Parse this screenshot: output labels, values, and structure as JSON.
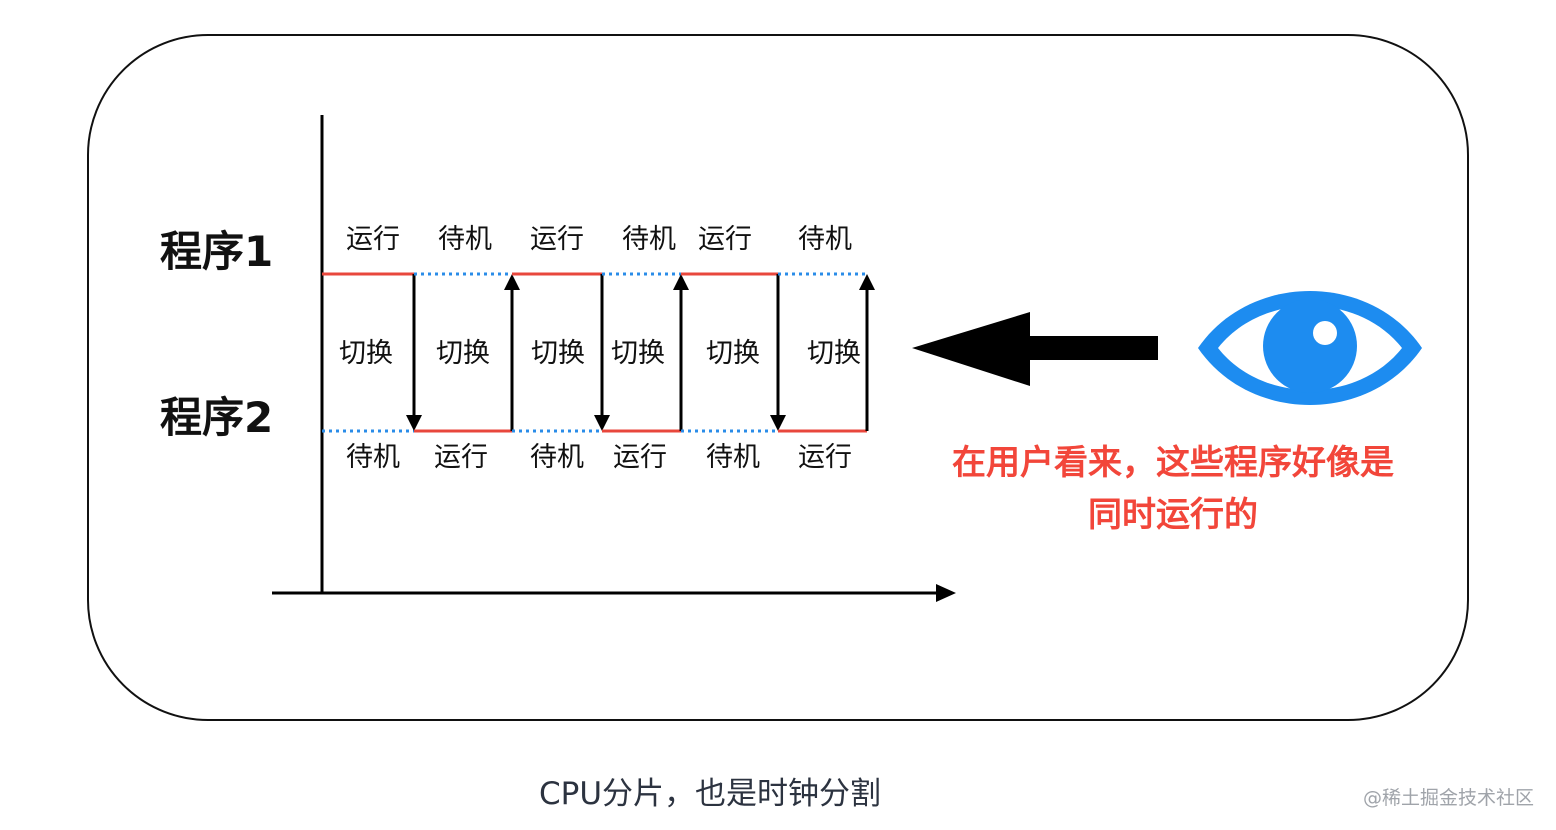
{
  "programs": {
    "program1": "程序1",
    "program2": "程序2"
  },
  "timeline": {
    "top_states": [
      "运行",
      "待机",
      "运行",
      "待机",
      "运行",
      "待机"
    ],
    "bottom_states": [
      "待机",
      "运行",
      "待机",
      "运行",
      "待机",
      "运行"
    ],
    "switch_labels": [
      "切换",
      "切换",
      "切换",
      "切换",
      "切换",
      "切换"
    ],
    "switch_directions": [
      "down",
      "up",
      "down",
      "up",
      "down",
      "up"
    ]
  },
  "annotation": {
    "line1": "在用户看来，这些程序好像是",
    "line2": "同时运行的"
  },
  "caption": "CPU分片，也是时钟分割",
  "watermark": "@稀土掘金技术社区",
  "colors": {
    "running": "#e8473c",
    "standby": "#2a8ce8",
    "eye": "#1d8cf0",
    "annotation": "#f2463a",
    "ink": "#000000"
  },
  "icons": {
    "eye": "eye-icon",
    "pointer": "left-arrow-icon"
  }
}
